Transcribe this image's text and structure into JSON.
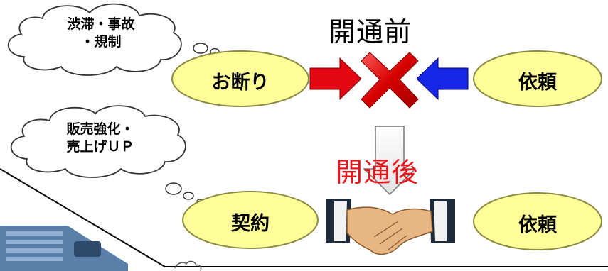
{
  "thought_bubbles": {
    "top": {
      "line1": "渋滞・事故",
      "line2": "・規制"
    },
    "middle": {
      "line1": "販売強化・",
      "line2": "売上げＵＰ"
    }
  },
  "before": {
    "heading": "開通前",
    "heading_color": "#000000",
    "left_label": "お断り",
    "right_label": "依頼",
    "left_arrow_color": "#e30613",
    "right_arrow_color": "#1627e8",
    "result_icon": "red-x-icon"
  },
  "after": {
    "heading": "開通後",
    "heading_color": "#e8141c",
    "left_label": "契約",
    "right_label": "依頼",
    "result_icon": "handshake-icon"
  },
  "colors": {
    "ellipse_fill": "#ffff99",
    "ellipse_stroke": "#8a8a40",
    "truck_color": "#5a7fa8"
  },
  "decorations": [
    "truck-icon",
    "japan-map-icon"
  ]
}
